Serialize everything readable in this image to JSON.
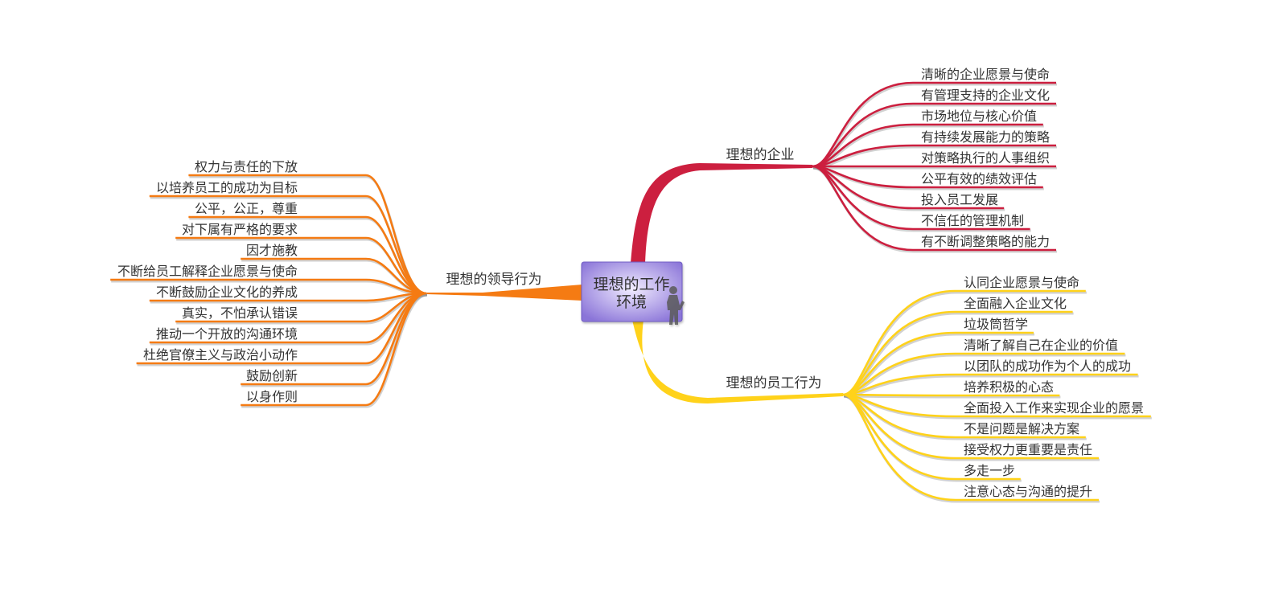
{
  "center": {
    "title_line1": "理想的工作",
    "title_line2": "环境"
  },
  "colors": {
    "company": "#cc1f3f",
    "employee": "#ffd21a",
    "leadership": "#f57b13",
    "center_fill_light": "#ece6ff",
    "center_fill_dark": "#8a74d8",
    "center_border": "#6f5cc4"
  },
  "branches": {
    "company": {
      "label": "理想的企业",
      "items": [
        "清晰的企业愿景与使命",
        "有管理支持的企业文化",
        "市场地位与核心价值",
        "有持续发展能力的策略",
        "对策略执行的人事组织",
        "公平有效的绩效评估",
        "投入员工发展",
        "不信任的管理机制",
        "有不断调整策略的能力"
      ]
    },
    "employee": {
      "label": "理想的员工行为",
      "items": [
        "认同企业愿景与使命",
        "全面融入企业文化",
        "垃圾筒哲学",
        "清晰了解自己在企业的价值",
        "以团队的成功作为个人的成功",
        "培养积极的心态",
        "全面投入工作来实现企业的愿景",
        "不是问题是解决方案",
        "接受权力更重要是责任",
        "多走一步",
        "注意心态与沟通的提升"
      ]
    },
    "leadership": {
      "label": "理想的领导行为",
      "items": [
        "权力与责任的下放",
        "以培养员工的成功为目标",
        "公平，公正，尊重",
        "对下属有严格的要求",
        "因才施教",
        "不断给员工解释企业愿景与使命",
        "不断鼓励企业文化的养成",
        "真实，不怕承认错误",
        "推动一个开放的沟通环境",
        "杜绝官僚主义与政治小动作",
        "鼓励创新",
        "以身作则"
      ]
    }
  }
}
